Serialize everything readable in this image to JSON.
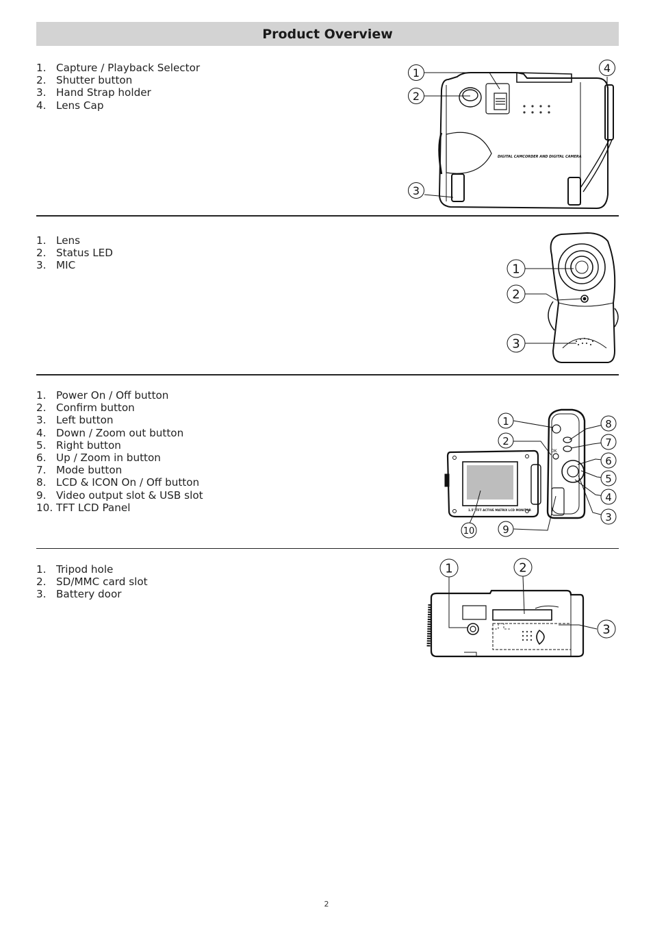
{
  "page": {
    "title": "Product Overview",
    "page_number": "2"
  },
  "sections": [
    {
      "items": [
        {
          "num": "1.",
          "label": "Capture / Playback Selector"
        },
        {
          "num": "2.",
          "label": "Shutter button"
        },
        {
          "num": "3.",
          "label": "Hand Strap holder"
        },
        {
          "num": "4.",
          "label": "Lens Cap"
        }
      ],
      "callouts": [
        "1",
        "2",
        "3",
        "4"
      ],
      "device_text": "DIGITAL CAMCORDER AND DIGITAL CAMERA"
    },
    {
      "items": [
        {
          "num": "1.",
          "label": "Lens"
        },
        {
          "num": "2.",
          "label": "Status LED"
        },
        {
          "num": "3.",
          "label": "MIC"
        }
      ],
      "callouts": [
        "1",
        "2",
        "3"
      ]
    },
    {
      "items": [
        {
          "num": "1.",
          "label": "Power On / Off button"
        },
        {
          "num": "2.",
          "label": "Confirm button"
        },
        {
          "num": "3.",
          "label": "Left button"
        },
        {
          "num": "4.",
          "label": "Down / Zoom out button"
        },
        {
          "num": "5.",
          "label": "Right button"
        },
        {
          "num": "6.",
          "label": "Up / Zoom in button"
        },
        {
          "num": "7.",
          "label": "Mode button"
        },
        {
          "num": "8.",
          "label": "LCD & ICON On / Off button"
        },
        {
          "num": "9.",
          "label": "Video output slot & USB slot"
        },
        {
          "num": "10.",
          "label": "TFT LCD Panel"
        }
      ],
      "callouts": [
        "1",
        "2",
        "3",
        "4",
        "5",
        "6",
        "7",
        "8",
        "9",
        "10"
      ],
      "device_text": "1.5\" TFT ACTIVE MATRIX LCD MONITOR",
      "ok_label": "OK"
    },
    {
      "items": [
        {
          "num": "1.",
          "label": "Tripod hole"
        },
        {
          "num": "2.",
          "label": "SD/MMC card slot"
        },
        {
          "num": "3.",
          "label": "Battery door"
        }
      ],
      "callouts": [
        "1",
        "2",
        "3"
      ]
    }
  ]
}
